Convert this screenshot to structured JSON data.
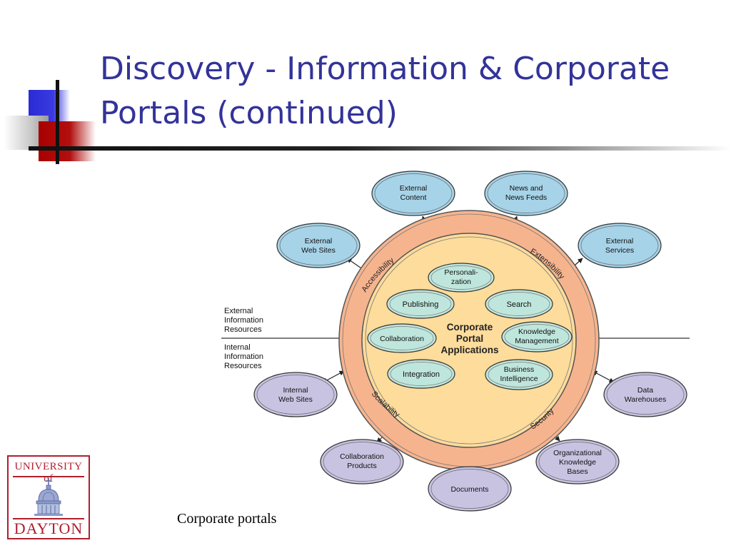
{
  "slide": {
    "title_line1": "Discovery - Information & Corporate",
    "title_line2": "Portals (continued)",
    "caption": "Corporate portals"
  },
  "logo": {
    "text_top": "UNIVERSITY of",
    "text_bottom": "DAYTON"
  },
  "diagram": {
    "center": [
      "Corporate",
      "Portal",
      "Applications"
    ],
    "ring_labels": {
      "top_left": "Accessibility",
      "top_right": "Extensibility",
      "bottom_left": "Scalability",
      "bottom_right": "Security"
    },
    "inner_nodes": [
      [
        "Personali-",
        "zation"
      ],
      [
        "Publishing"
      ],
      [
        "Search"
      ],
      [
        "Collaboration"
      ],
      [
        "Knowledge",
        "Management"
      ],
      [
        "Integration"
      ],
      [
        "Business",
        "Intelligence"
      ]
    ],
    "external_nodes": [
      [
        "External",
        "Content"
      ],
      [
        "News and",
        "News Feeds"
      ],
      [
        "External",
        "Web Sites"
      ],
      [
        "External",
        "Services"
      ]
    ],
    "internal_nodes": [
      [
        "Internal",
        "Web Sites"
      ],
      [
        "Data",
        "Warehouses"
      ],
      [
        "Collaboration",
        "Products"
      ],
      [
        "Documents"
      ],
      [
        "Organizational",
        "Knowledge",
        "Bases"
      ]
    ],
    "divider_labels": {
      "external": [
        "External",
        "Information",
        "Resources"
      ],
      "internal": [
        "Internal",
        "Information",
        "Resources"
      ]
    },
    "colors": {
      "external_fill": "#a7d3e8",
      "internal_fill": "#c9c3e2",
      "inner_fill": "#bfe6dc",
      "ring_fill": "#f6b48e",
      "center_fill": "#fddc9c"
    }
  }
}
